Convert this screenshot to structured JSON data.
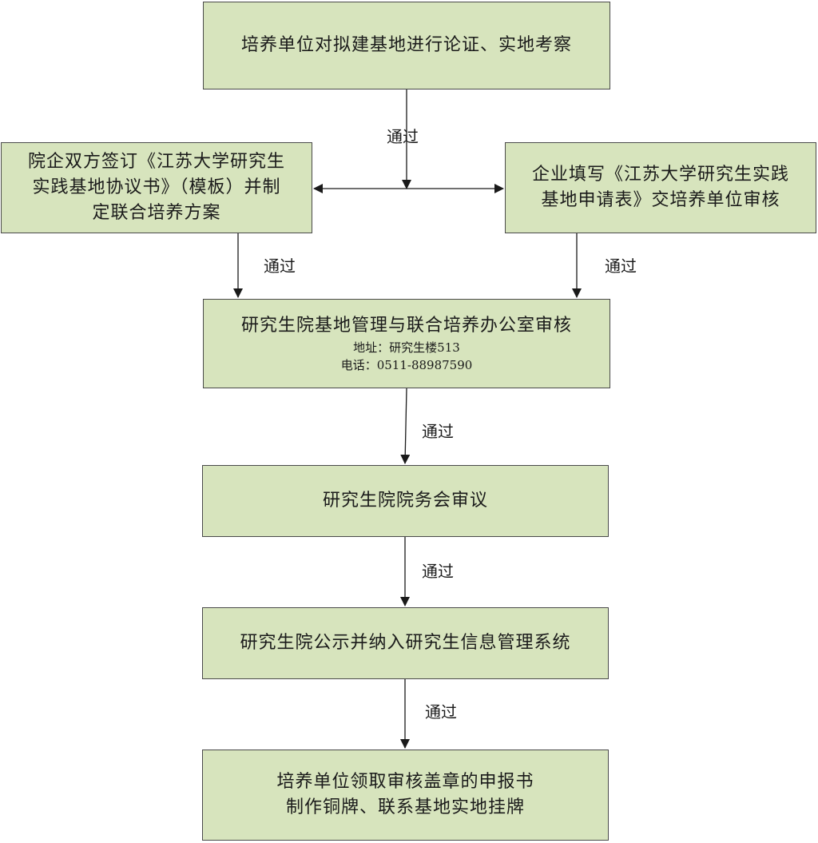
{
  "steps": {
    "demonstration": {
      "text": "培养单位对拟建基地进行论证、实地考察"
    },
    "agreement": {
      "lines": [
        "院企双方签订《江苏大学研究生",
        "实践基地协议书》（模板）并制",
        "定联合培养方案"
      ]
    },
    "application": {
      "lines": [
        "企业填写《江苏大学研究生实践",
        "基地申请表》交培养单位审核"
      ]
    },
    "office_review": {
      "title": "研究生院基地管理与联合培养办公室审核",
      "address": "地址：研究生楼513",
      "phone": "电话：0511-88987590"
    },
    "council_review": {
      "text": "研究生院院务会审议"
    },
    "publicity": {
      "text": "研究生院公示并纳入研究生信息管理系统"
    },
    "plaque": {
      "lines": [
        "培养单位领取审核盖章的申报书",
        "制作铜牌、联系基地实地挂牌"
      ]
    }
  },
  "labels": {
    "pass_top": "通过",
    "pass_left": "通过",
    "pass_right": "通过",
    "pass_office": "通过",
    "pass_council": "通过",
    "pass_publicity": "通过"
  },
  "colors": {
    "box_fill": "#d7e4bd",
    "box_border": "#4a4a4a",
    "line": "#1a1a1a"
  }
}
